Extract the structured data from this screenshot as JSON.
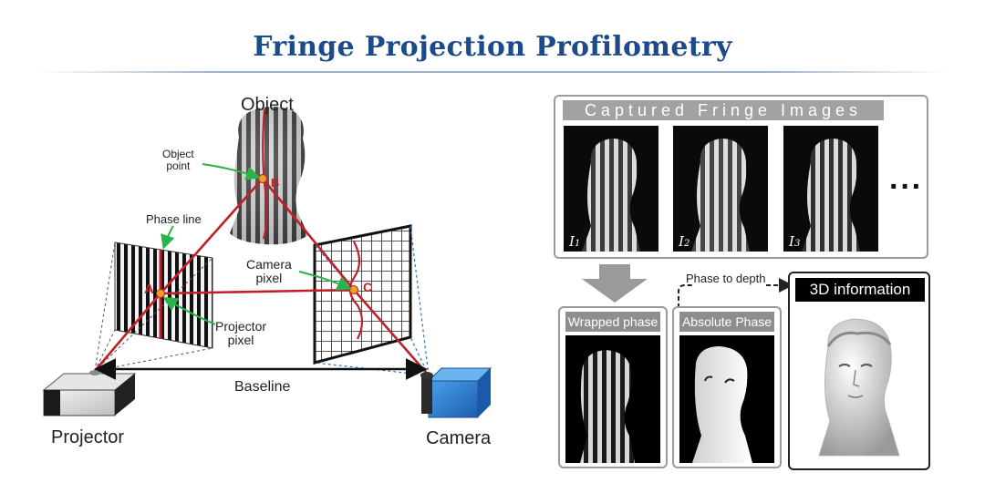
{
  "title": "Fringe Projection Profilometry",
  "left_diagram": {
    "object_label": "Object",
    "object_point_label": "Object\npoint",
    "phase_line_label": "Phase line",
    "camera_pixel_label": "Camera\npixel",
    "projector_pixel_label": "Projector\npixel",
    "baseline_label": "Baseline",
    "projector_label": "Projector",
    "camera_label": "Camera",
    "point_a": "A",
    "point_b": "B",
    "point_c": "C"
  },
  "right_panel": {
    "captured_header": "Captured Fringe Images",
    "images": [
      {
        "label": "I",
        "sub": "1"
      },
      {
        "label": "I",
        "sub": "2"
      },
      {
        "label": "I",
        "sub": "3"
      }
    ],
    "ellipsis": "···",
    "wrapped_phase_label": "Wrapped phase",
    "absolute_phase_label": "Absolute Phase",
    "phase_to_depth_label": "Phase to depth",
    "info_label": "3D information"
  },
  "colors": {
    "title": "#1c4a8a",
    "ray_red": "#c0202a",
    "arrow_green": "#2bb24c",
    "camera_blue": "#2f7fd6",
    "point_label": "#c0202a"
  }
}
